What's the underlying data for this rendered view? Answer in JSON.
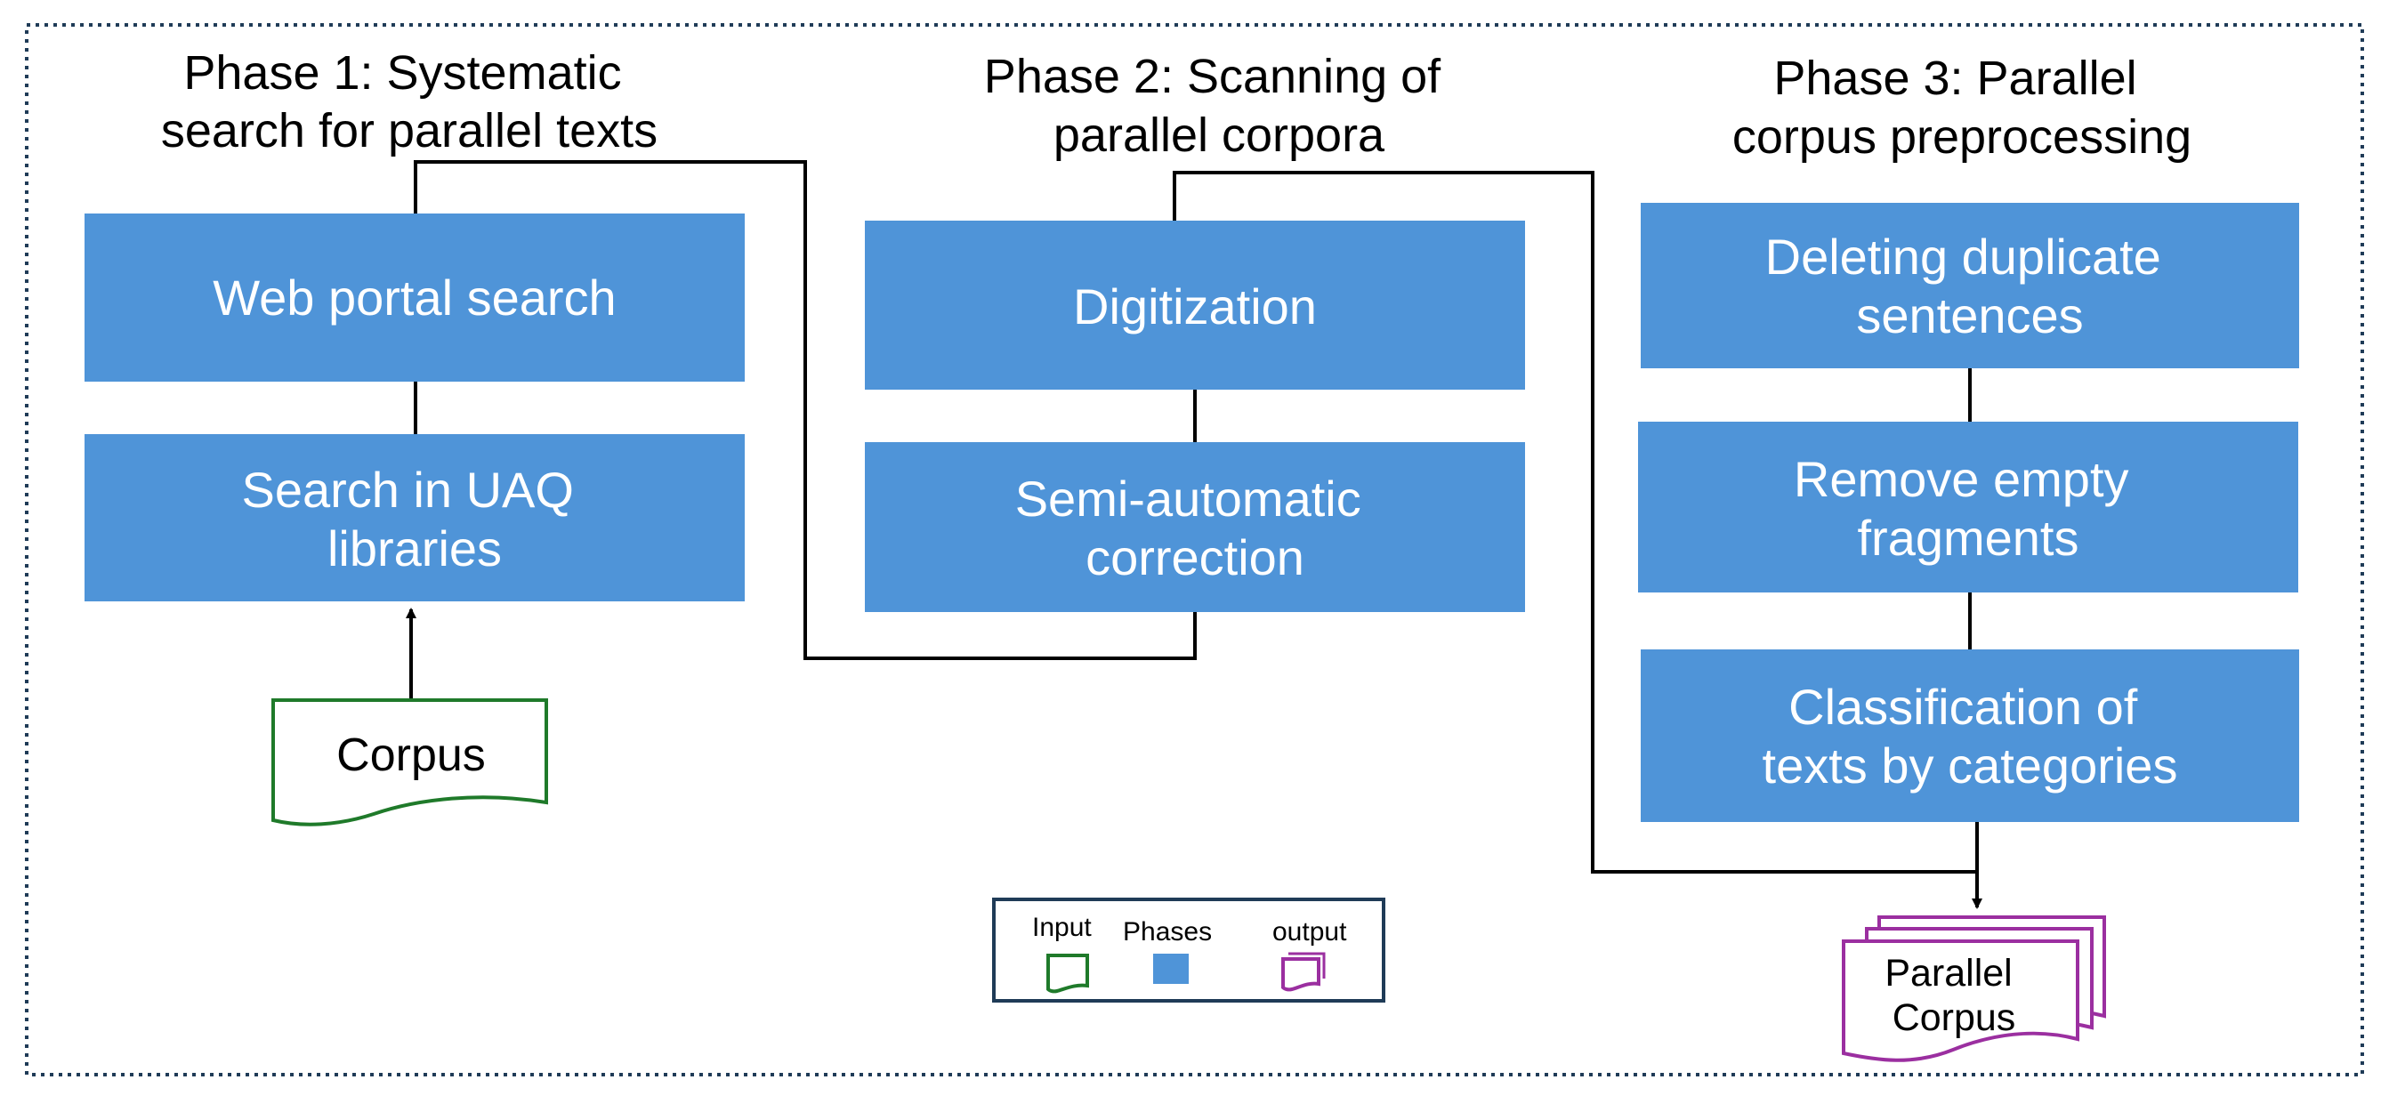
{
  "phases": [
    {
      "title_lines": [
        "Phase 1: Systematic",
        "search for parallel texts"
      ],
      "steps": [
        {
          "lines": [
            "Web portal search"
          ]
        },
        {
          "lines": [
            "Search in UAQ",
            "libraries"
          ]
        }
      ],
      "input_label": "Corpus"
    },
    {
      "title_lines": [
        "Phase 2: Scanning of",
        "parallel corpora"
      ],
      "steps": [
        {
          "lines": [
            "Digitization"
          ]
        },
        {
          "lines": [
            "Semi-automatic",
            "correction"
          ]
        }
      ]
    },
    {
      "title_lines": [
        "Phase 3: Parallel",
        "corpus preprocessing"
      ],
      "steps": [
        {
          "lines": [
            "Deleting duplicate",
            "sentences"
          ]
        },
        {
          "lines": [
            "Remove empty",
            "fragments"
          ]
        },
        {
          "lines": [
            "Classification of",
            "texts by categories"
          ]
        }
      ],
      "output_label_lines": [
        "Parallel",
        "Corpus"
      ]
    }
  ],
  "legend": {
    "input_label": "Input",
    "phases_label": "Phases",
    "output_label": "output"
  },
  "colors": {
    "phase_fill": "#4f94d8",
    "input_stroke": "#1f7a2a",
    "output_stroke": "#9b2fa0",
    "frame": "#1f3b57"
  }
}
